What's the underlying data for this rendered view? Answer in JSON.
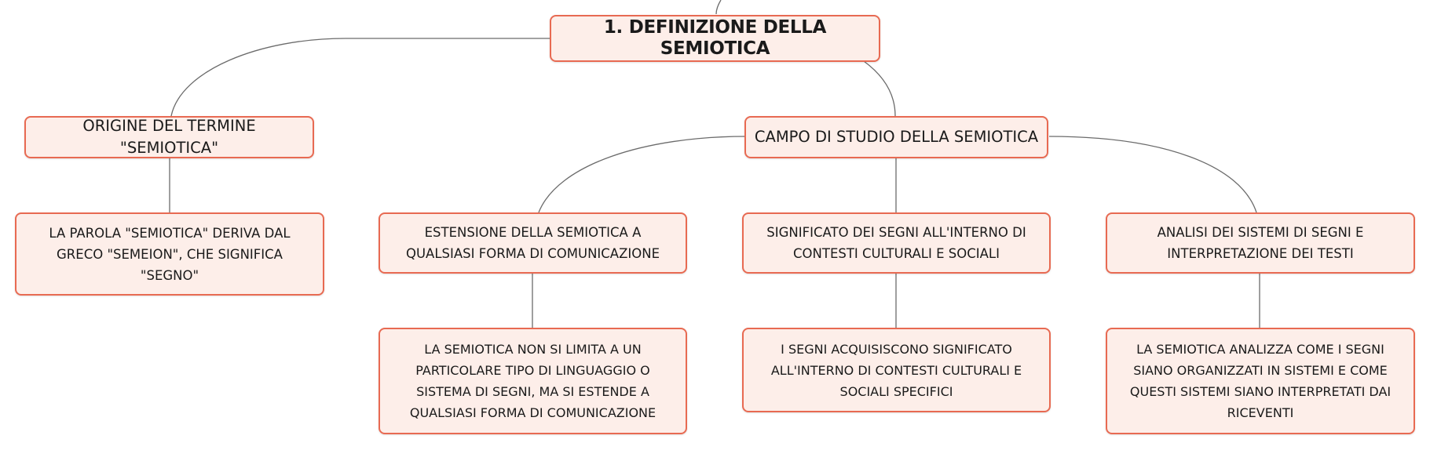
{
  "diagram": {
    "central": "1. DEFINIZIONE DELLA SEMIOTICA",
    "branch_origin": "ORIGINE DEL TERMINE \"SEMIOTICA\"",
    "branch_field": "CAMPO DI STUDIO DELLA SEMIOTICA",
    "origin_detail": "LA PAROLA \"SEMIOTICA\" DERIVA DAL GRECO \"SEMEION\", CHE SIGNIFICA \"SEGNO\"",
    "field_extension": "ESTENSIONE DELLA SEMIOTICA A QUALSIASI FORMA DI COMUNICAZIONE",
    "field_meaning": "SIGNIFICATO DEI SEGNI ALL'INTERNO DI CONTESTI CULTURALI E SOCIALI",
    "field_analysis": "ANALISI DEI SISTEMI DI SEGNI E INTERPRETAZIONE DEI TESTI",
    "extension_detail": "LA SEMIOTICA NON SI LIMITA A UN PARTICOLARE TIPO DI LINGUAGGIO O SISTEMA DI SEGNI, MA SI ESTENDE A QUALSIASI FORMA DI COMUNICAZIONE",
    "meaning_detail": "I SEGNI ACQUISISCONO SIGNIFICATO ALL'INTERNO DI CONTESTI CULTURALI E SOCIALI SPECIFICI",
    "analysis_detail": "LA SEMIOTICA ANALIZZA COME I SEGNI SIANO ORGANIZZATI IN SISTEMI E COME QUESTI SISTEMI SIANO INTERPRETATI DAI RICEVENTI"
  },
  "colors": {
    "node_fill": "#fdeee9",
    "node_border": "#e86a52",
    "connector": "#6b6b6b"
  }
}
